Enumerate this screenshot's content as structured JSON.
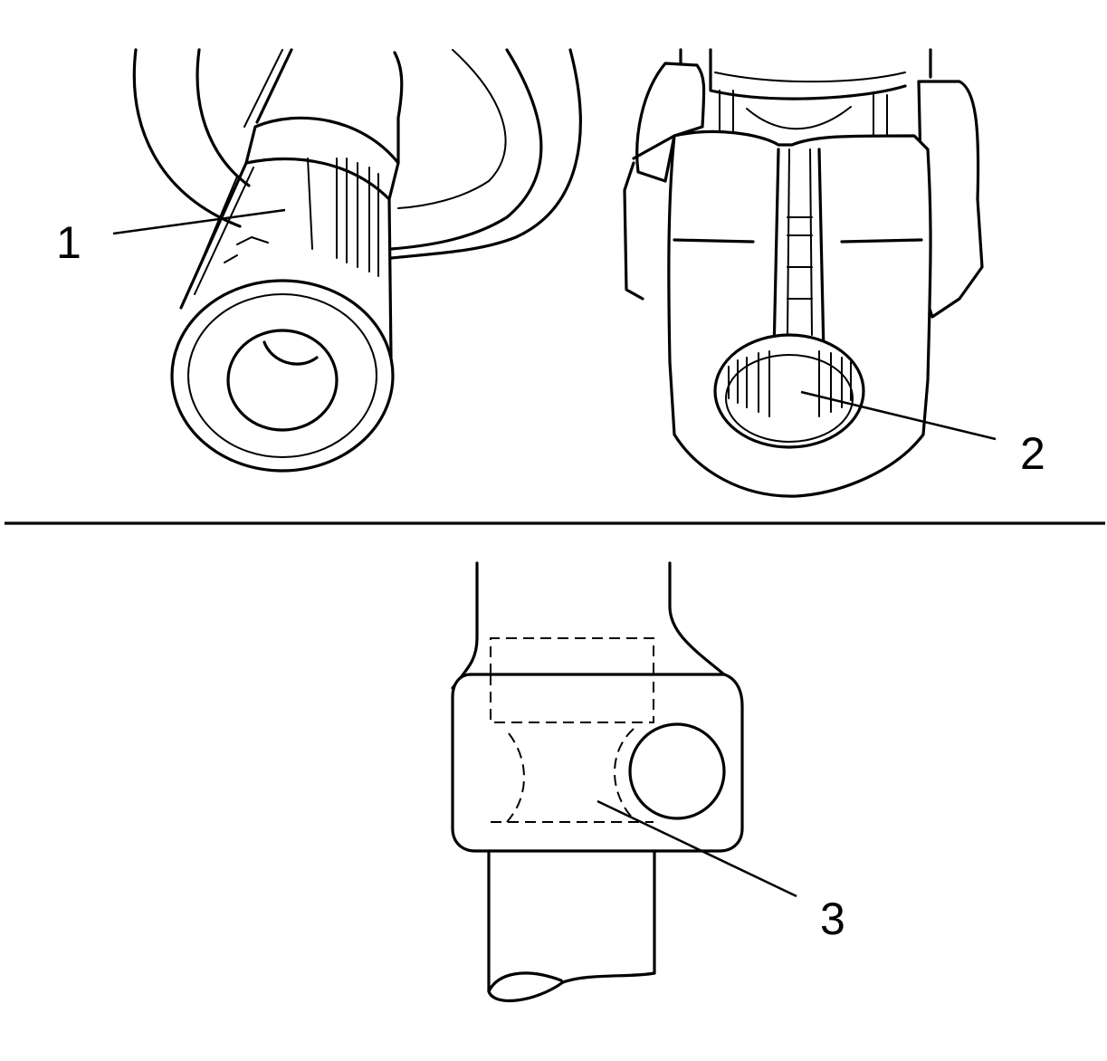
{
  "figure": {
    "callouts": [
      {
        "id": 1,
        "label": "1"
      },
      {
        "id": 2,
        "label": "2"
      },
      {
        "id": 3,
        "label": "3"
      }
    ]
  }
}
